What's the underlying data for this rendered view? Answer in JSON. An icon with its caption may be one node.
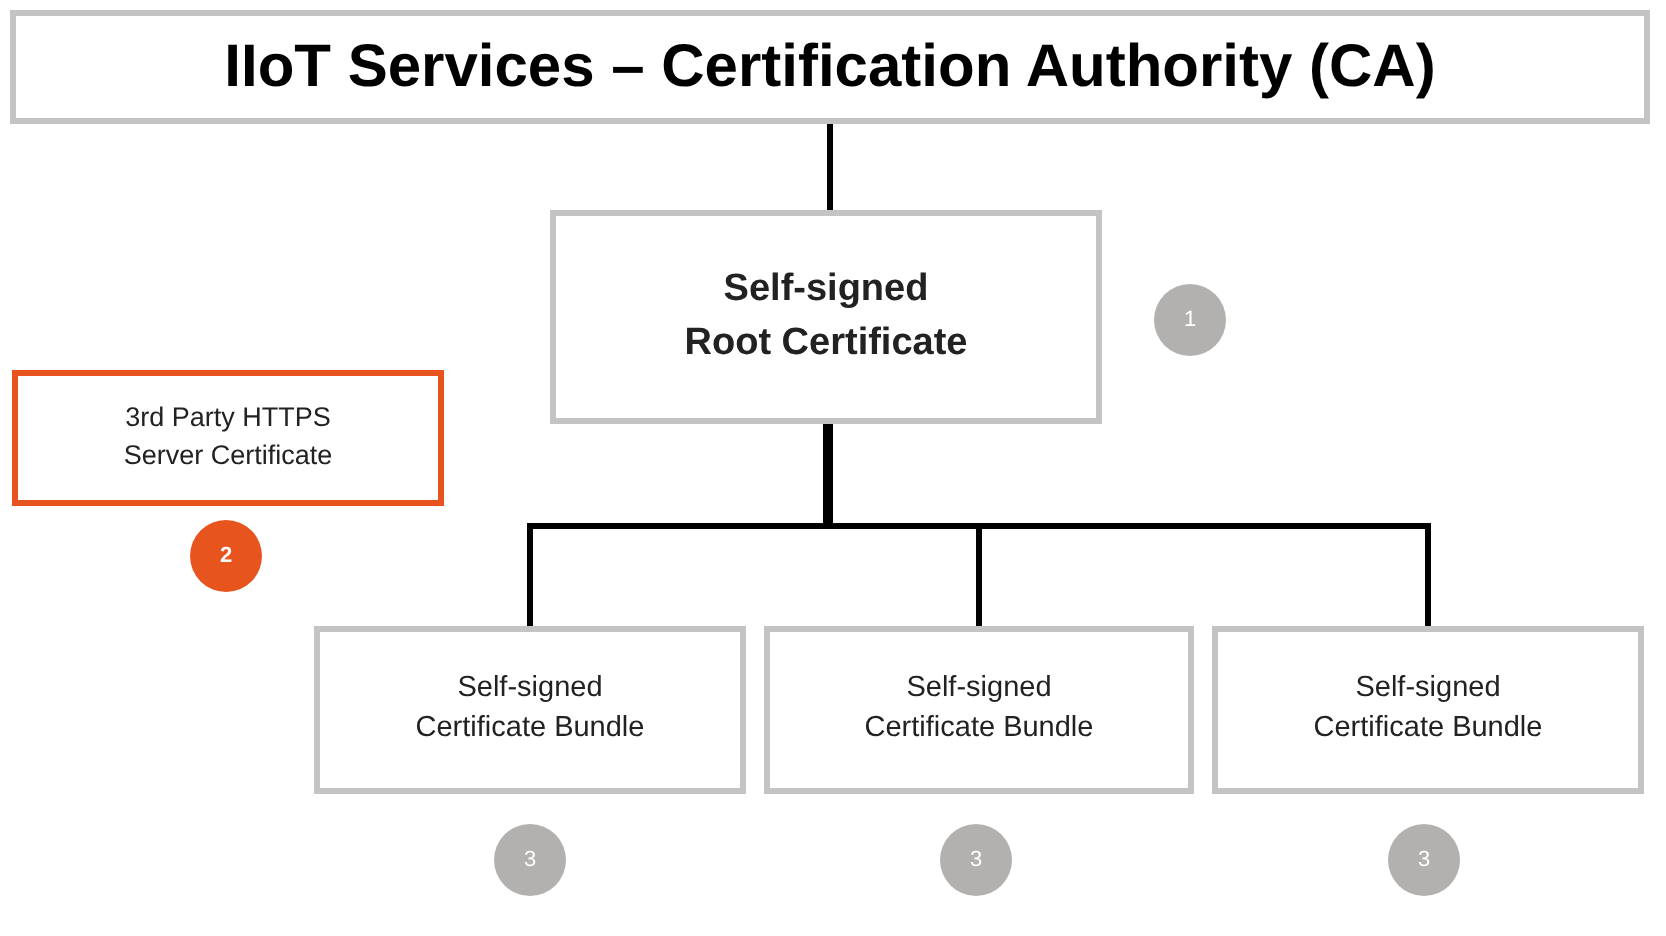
{
  "diagram": {
    "nodes": [
      {
        "text": [
          "IIoT Services – Certification Authority (CA)"
        ]
      },
      {
        "text": [
          "Self-signed Root Certificate"
        ]
      },
      {
        "text": [
          "1"
        ]
      },
      {
        "text": [
          "3rd Party HTTPS Server Certificate"
        ]
      },
      {
        "text": [
          "2"
        ]
      },
      {
        "text": [
          "Self-signed Certificate Bundle"
        ]
      },
      {
        "text": [
          "Self-signed Certificate Bundle"
        ]
      },
      {
        "text": [
          "Self-signed Certificate Bundle"
        ]
      },
      {
        "text": [
          "3"
        ]
      },
      {
        "text": [
          "3"
        ]
      },
      {
        "text": [
          "3"
        ]
      }
    ],
    "edges": [
      {
        "from": 0,
        "to": 1,
        "arrow": "none"
      },
      {
        "from": 1,
        "to": 5,
        "arrow": "none"
      },
      {
        "from": 1,
        "to": 6,
        "arrow": "none"
      },
      {
        "from": 1,
        "to": 7,
        "arrow": "none"
      }
    ]
  }
}
